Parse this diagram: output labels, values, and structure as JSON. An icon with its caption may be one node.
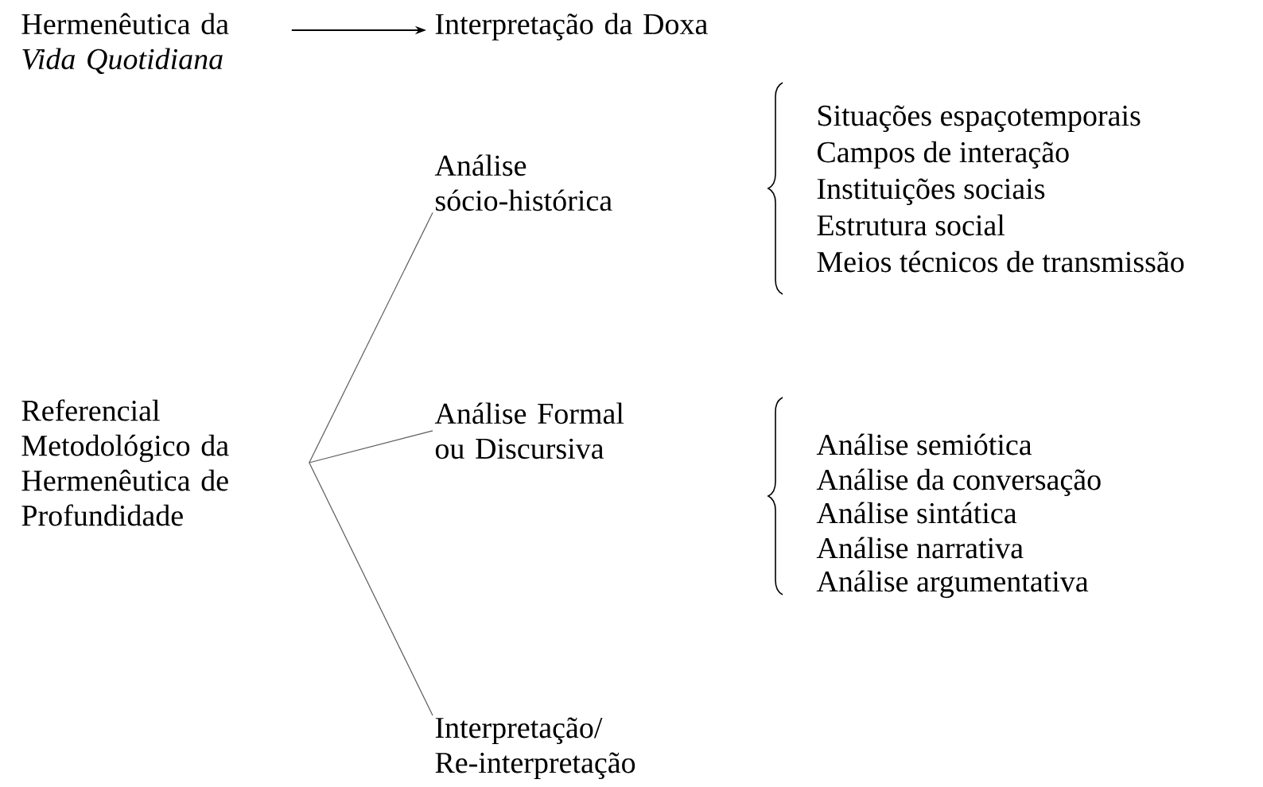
{
  "diagram": {
    "nodes": [
      {
        "text": [
          "Hermenêutica da *Vida Quotidiana*"
        ]
      },
      {
        "text": [
          "Interpretação da Doxa"
        ]
      },
      {
        "text": [
          "Referencial Metodológico da Hermenêutica de Profundidade"
        ]
      },
      {
        "text": [
          "Análise sócio-histórica"
        ]
      },
      {
        "text": [
          "Análise Formal ou Discursiva"
        ]
      },
      {
        "text": [
          "Interpretação/ Re-interpretação"
        ]
      }
    ],
    "edges": [
      {
        "from": 0,
        "to": 1,
        "arrow": "to",
        "color": "#000000"
      },
      {
        "from": 2,
        "to": 3,
        "arrow": "none"
      },
      {
        "from": 2,
        "to": 4,
        "arrow": "none"
      },
      {
        "from": 2,
        "to": 5,
        "arrow": "none"
      }
    ],
    "labels": [
      "Situações espaçotemporais",
      "Campos de interação",
      "Instituições sociais",
      "Estrutura social",
      "Meios técnicos de transmissão",
      "Análise semiótica",
      "Análise da conversação",
      "Análise sintática",
      "Análise narrativa",
      "Análise argumentativa"
    ]
  }
}
